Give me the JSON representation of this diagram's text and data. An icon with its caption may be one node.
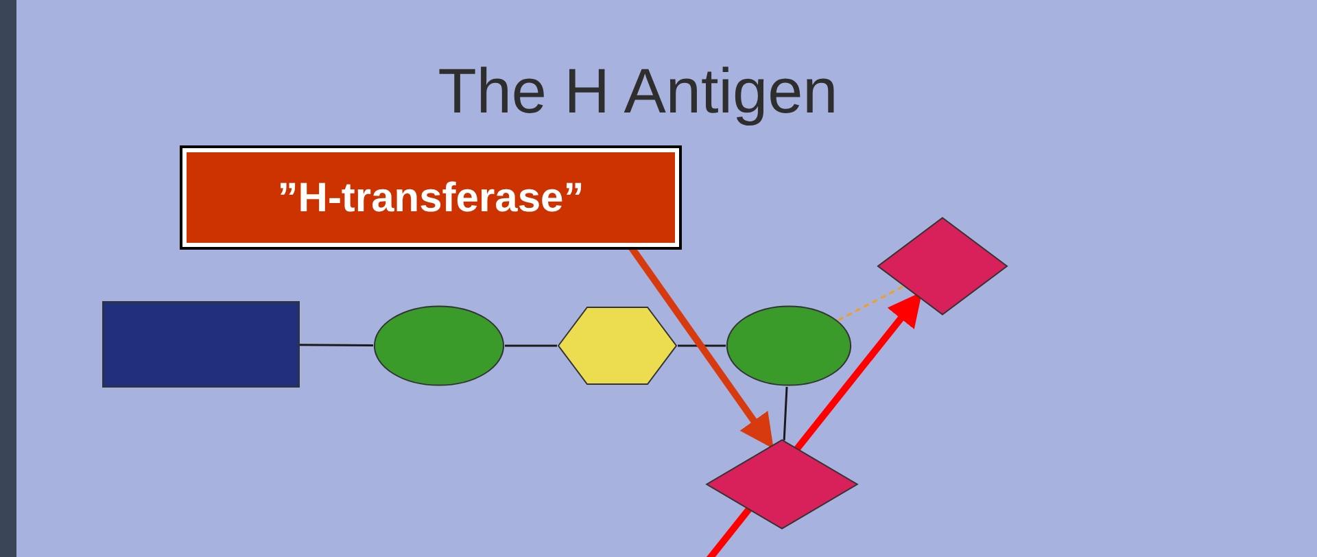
{
  "diagram": {
    "title": "The H Antigen",
    "nodes": [
      {
        "text": [
          "”H-transferase”"
        ]
      },
      {
        "text": [],
        "shape": "box"
      },
      {
        "text": [],
        "shape": "ellipse"
      },
      {
        "text": [],
        "shape": "hexagon"
      },
      {
        "text": [],
        "shape": "ellipse"
      },
      {
        "text": [],
        "shape": "diamond"
      },
      {
        "text": [],
        "shape": "diamond"
      }
    ],
    "edges": [
      {
        "from": 1,
        "to": 2,
        "arrow": "none"
      },
      {
        "from": 2,
        "to": 3,
        "arrow": "none"
      },
      {
        "from": 3,
        "to": 4,
        "arrow": "none"
      },
      {
        "from": 4,
        "to": 5,
        "arrow": "none"
      },
      {
        "from": 4,
        "to": 6,
        "arrow": "none",
        "style": "dashed",
        "color": "#f0a020"
      },
      {
        "from": 0,
        "to": 5,
        "arrow": "to",
        "style": "thick",
        "color": "#d83a10"
      },
      {
        "from": null,
        "to": 6,
        "arrow": "to",
        "style": "thick",
        "color": "#ff0000"
      }
    ]
  }
}
